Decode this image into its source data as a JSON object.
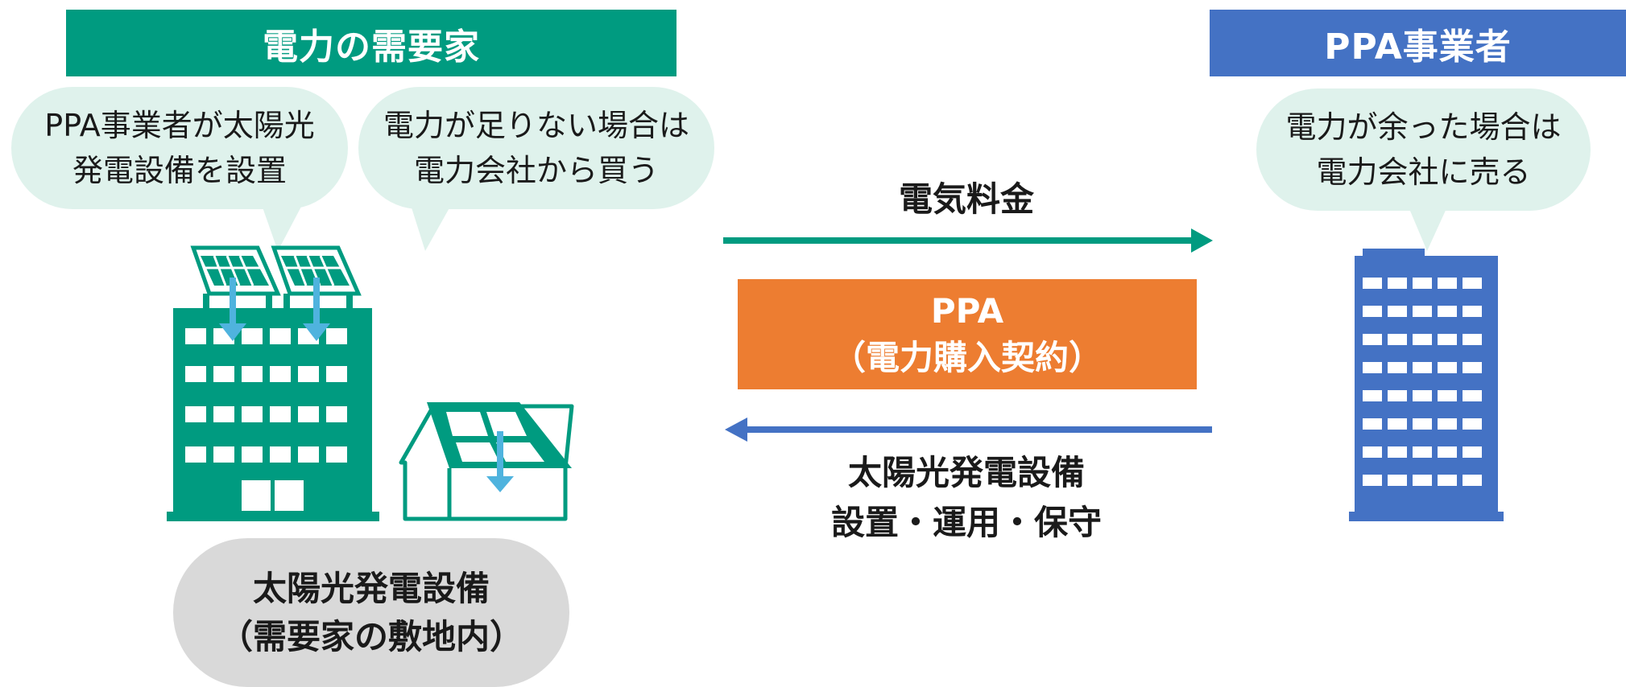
{
  "left_header": "電力の需要家",
  "right_header": "PPA事業者",
  "bubble_install": [
    "PPA事業者が太陽光",
    "発電設備を設置"
  ],
  "bubble_buy": [
    "電力が足りない場合は",
    "電力会社から買う"
  ],
  "bubble_sell": [
    "電力が余った場合は",
    "電力会社に売る"
  ],
  "arrow_top_label": "電気料金",
  "ppa_box": [
    "PPA",
    "（電力購入契約）"
  ],
  "arrow_bottom_label": [
    "太陽光発電設備",
    "設置・運用・保守"
  ],
  "site_label": [
    "太陽光発電設備",
    "（需要家の敷地内）"
  ],
  "colors": {
    "teal": "#009b80",
    "blue": "#4472c4",
    "orange": "#ed7d31",
    "bubble": "#dff2ec",
    "pill": "#d9d9d9",
    "sun_arrow": "#4fb3de"
  }
}
